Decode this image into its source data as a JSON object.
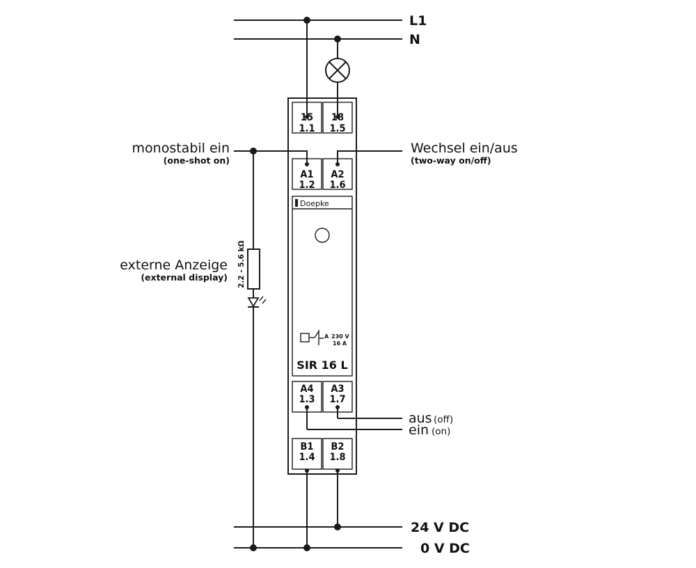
{
  "lines": {
    "l1": "L1",
    "n": "N",
    "dc24": "24 V DC",
    "dc0": "0 V DC"
  },
  "terminals": {
    "t15": {
      "name": "15",
      "num": "1.1"
    },
    "t18": {
      "name": "18",
      "num": "1.5"
    },
    "a1": {
      "name": "A1",
      "num": "1.2"
    },
    "a2": {
      "name": "A2",
      "num": "1.6"
    },
    "a4": {
      "name": "A4",
      "num": "1.3"
    },
    "a3": {
      "name": "A3",
      "num": "1.7"
    },
    "b1": {
      "name": "B1",
      "num": "1.4"
    },
    "b2": {
      "name": "B2",
      "num": "1.8"
    }
  },
  "device": {
    "brand": "Doepke",
    "model": "SIR 16 L",
    "voltage": "230 V",
    "current": "16 A",
    "contact_letter": "A"
  },
  "labels": {
    "mono": "monostabil ein",
    "mono_en": "(one-shot on)",
    "wechsel": "Wechsel ein/aus",
    "wechsel_en": "(two-way on/off)",
    "extern": "externe Anzeige",
    "extern_en": "(external display)",
    "resistor": "2.2 - 5.6 kΩ",
    "aus": "aus",
    "aus_en": "(off)",
    "ein": "ein",
    "ein_en": "(on)"
  }
}
